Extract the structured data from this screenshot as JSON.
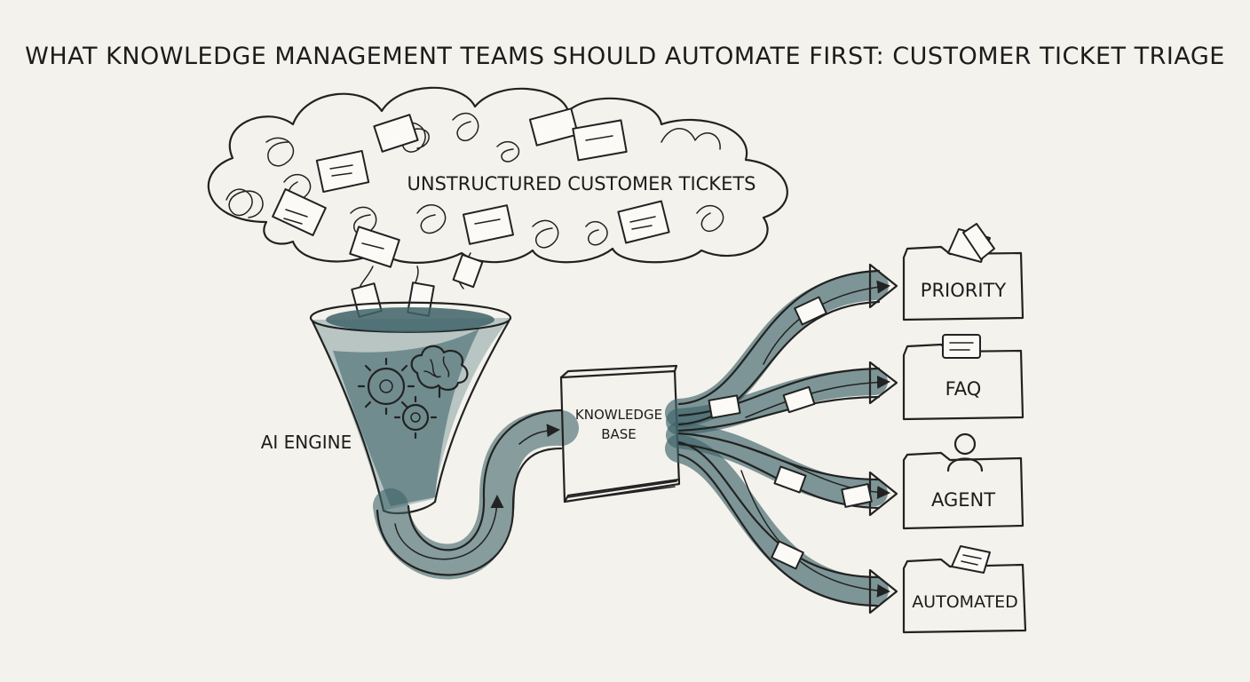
{
  "title": "WHAT KNOWLEDGE MANAGEMENT TEAMS SHOULD AUTOMATE FIRST: CUSTOMER TICKET TRIAGE",
  "cloud": {
    "label": "UNSTRUCTURED CUSTOMER TICKETS"
  },
  "funnel": {
    "label": "AI ENGINE"
  },
  "book": {
    "label_line1": "KNOWLEDGE",
    "label_line2": "BASE"
  },
  "destinations": [
    {
      "id": "priority",
      "label": "PRIORITY",
      "icon": "ticket-icon"
    },
    {
      "id": "faq",
      "label": "FAQ",
      "icon": "document-icon"
    },
    {
      "id": "agent",
      "label": "AGENT",
      "icon": "person-icon"
    },
    {
      "id": "automated",
      "label": "AUTOMATED",
      "icon": "ticket-icon"
    }
  ],
  "colors": {
    "ink": "#222222",
    "wash": "#3e6368",
    "paper": "#f4f2ec"
  }
}
